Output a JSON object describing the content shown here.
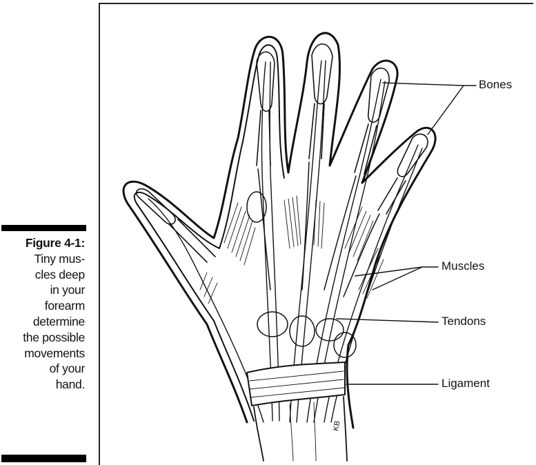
{
  "figure": {
    "label": "Figure 4-1:",
    "caption_lines": [
      "Tiny mus-",
      "cles deep",
      "in your",
      "forearm",
      "determine",
      "the possible",
      "movements",
      "of your",
      "hand."
    ]
  },
  "callouts": {
    "bones": "Bones",
    "muscles": "Muscles",
    "tendons": "Tendons",
    "ligament": "Ligament"
  },
  "signature": "KB"
}
